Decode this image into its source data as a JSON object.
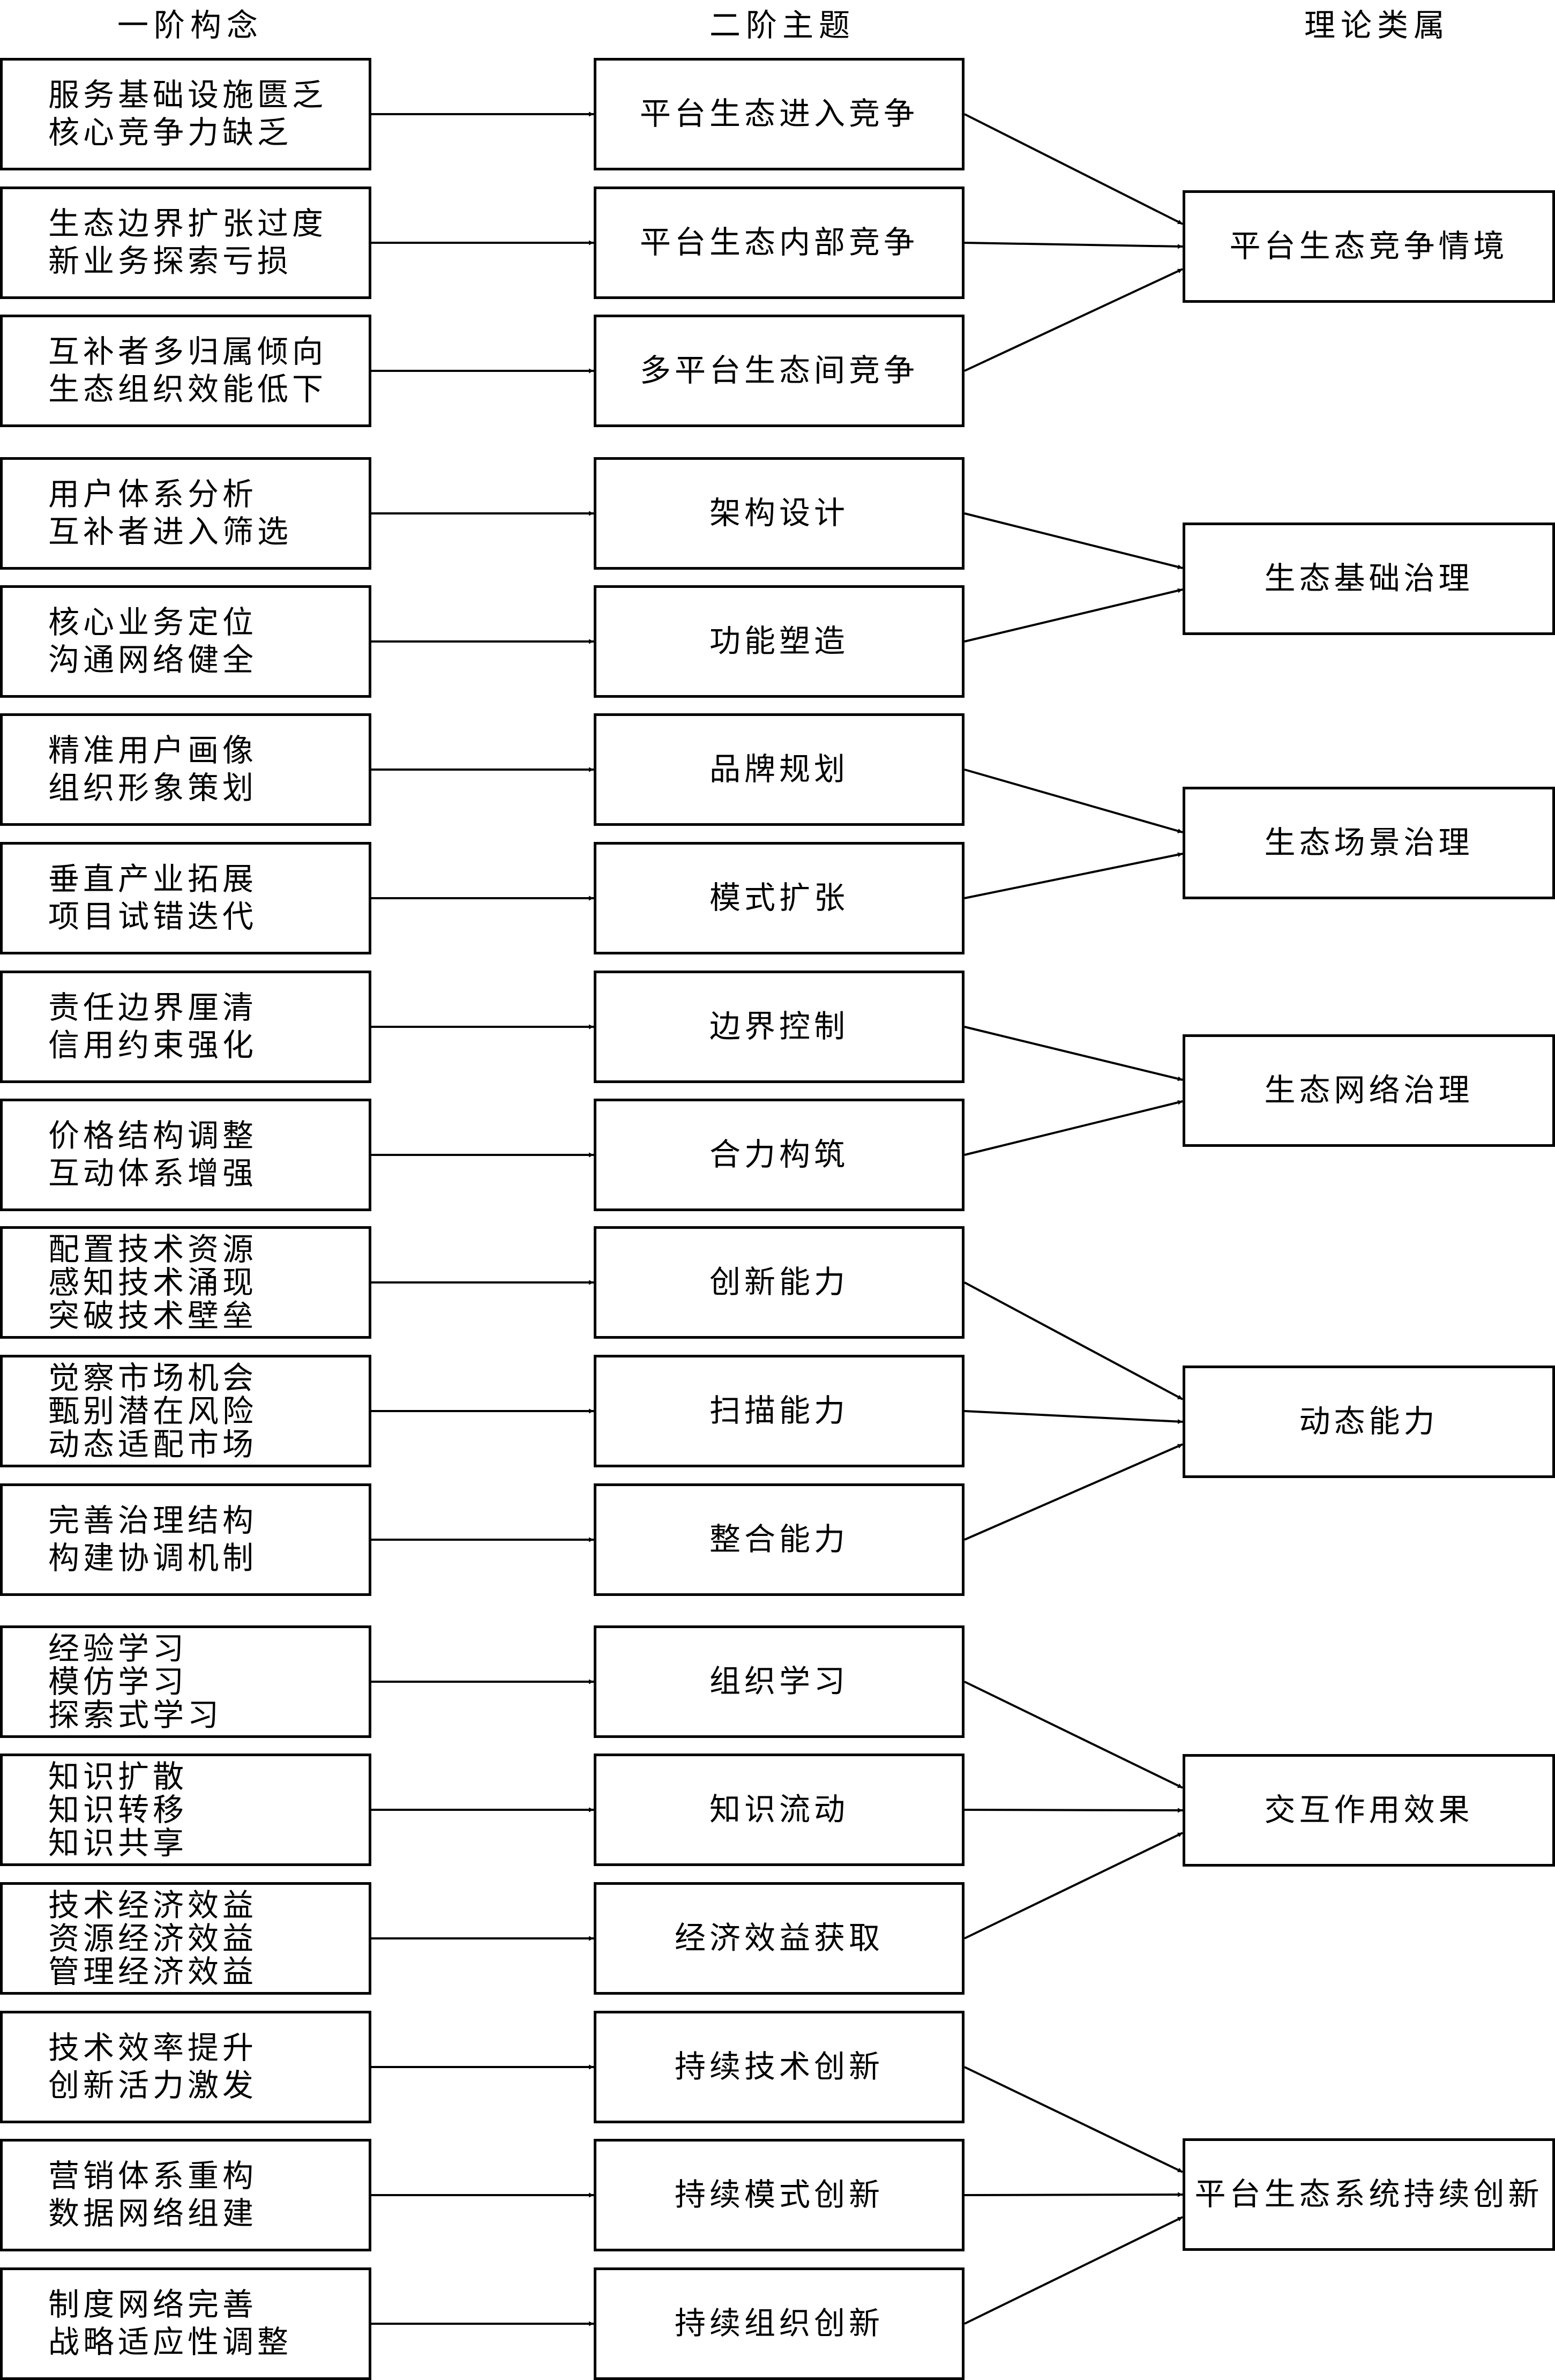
{
  "headers": {
    "first_order": "一阶构念",
    "second_order": "二阶主题",
    "category": "理论类属"
  },
  "rows": [
    {
      "concepts": [
        "服务基础设施匮乏",
        "核心竞争力缺乏"
      ],
      "theme": "平台生态进入竞争"
    },
    {
      "concepts": [
        "生态边界扩张过度",
        "新业务探索亏损"
      ],
      "theme": "平台生态内部竞争"
    },
    {
      "concepts": [
        "互补者多归属倾向",
        "生态组织效能低下"
      ],
      "theme": "多平台生态间竞争"
    },
    {
      "concepts": [
        "用户体系分析",
        "互补者进入筛选"
      ],
      "theme": "架构设计"
    },
    {
      "concepts": [
        "核心业务定位",
        "沟通网络健全"
      ],
      "theme": "功能塑造"
    },
    {
      "concepts": [
        "精准用户画像",
        "组织形象策划"
      ],
      "theme": "品牌规划"
    },
    {
      "concepts": [
        "垂直产业拓展",
        "项目试错迭代"
      ],
      "theme": "模式扩张"
    },
    {
      "concepts": [
        "责任边界厘清",
        "信用约束强化"
      ],
      "theme": "边界控制"
    },
    {
      "concepts": [
        "价格结构调整",
        "互动体系增强"
      ],
      "theme": "合力构筑"
    },
    {
      "concepts": [
        "配置技术资源",
        "感知技术涌现",
        "突破技术壁垒"
      ],
      "theme": "创新能力"
    },
    {
      "concepts": [
        "觉察市场机会",
        "甄别潜在风险",
        "动态适配市场"
      ],
      "theme": "扫描能力"
    },
    {
      "concepts": [
        "完善治理结构",
        "构建协调机制"
      ],
      "theme": "整合能力"
    },
    {
      "concepts": [
        "经验学习",
        "模仿学习",
        "探索式学习"
      ],
      "theme": "组织学习"
    },
    {
      "concepts": [
        "知识扩散",
        "知识转移",
        "知识共享"
      ],
      "theme": "知识流动"
    },
    {
      "concepts": [
        "技术经济效益",
        "资源经济效益",
        "管理经济效益"
      ],
      "theme": "经济效益获取"
    },
    {
      "concepts": [
        "技术效率提升",
        "创新活力激发"
      ],
      "theme": "持续技术创新"
    },
    {
      "concepts": [
        "营销体系重构",
        "数据网络组建"
      ],
      "theme": "持续模式创新"
    },
    {
      "concepts": [
        "制度网络完善",
        "战略适应性调整"
      ],
      "theme": "持续组织创新"
    }
  ],
  "categories": [
    {
      "label": "平台生态竞争情境",
      "themes": [
        0,
        1,
        2
      ]
    },
    {
      "label": "生态基础治理",
      "themes": [
        3,
        4
      ]
    },
    {
      "label": "生态场景治理",
      "themes": [
        5,
        6
      ]
    },
    {
      "label": "生态网络治理",
      "themes": [
        7,
        8
      ]
    },
    {
      "label": "动态能力",
      "themes": [
        9,
        10,
        11
      ]
    },
    {
      "label": "交互作用效果",
      "themes": [
        12,
        13,
        14
      ]
    },
    {
      "label": "平台生态系统持续创新",
      "themes": [
        15,
        16,
        17
      ]
    }
  ]
}
